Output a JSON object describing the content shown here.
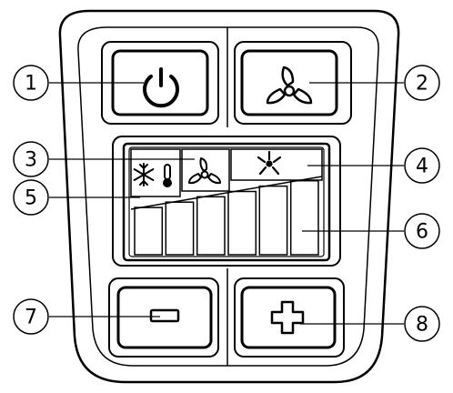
{
  "callouts": [
    {
      "id": "c1",
      "label": "1",
      "target": "power-button"
    },
    {
      "id": "c2",
      "label": "2",
      "target": "fan-mode-button"
    },
    {
      "id": "c3",
      "label": "3",
      "target": "fan-mode-indicator"
    },
    {
      "id": "c4",
      "label": "4",
      "target": "fan-speed-indicator"
    },
    {
      "id": "c5",
      "label": "5",
      "target": "cooling-indicator"
    },
    {
      "id": "c6",
      "label": "6",
      "target": "speed-level-bars"
    },
    {
      "id": "c7",
      "label": "7",
      "target": "minus-button"
    },
    {
      "id": "c8",
      "label": "8",
      "target": "plus-button"
    }
  ],
  "icons": {
    "power": "power-icon",
    "fan_mode": "fan-icon",
    "cooling": "snowflake-thermometer-icon",
    "fan_small": "fan-icon",
    "fan_speed": "fan-speed-icon",
    "minus": "minus-icon",
    "plus": "plus-icon"
  },
  "speed_bars": {
    "count": 6,
    "lit": 0
  },
  "colors": {
    "stroke": "#000000",
    "background": "#ffffff"
  }
}
